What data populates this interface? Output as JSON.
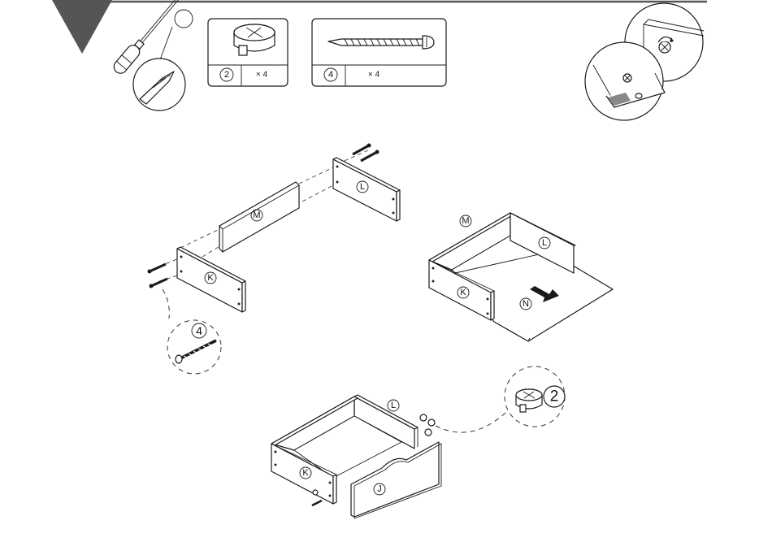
{
  "hardware": [
    {
      "id": "cam-lock",
      "number": "2",
      "quantity": "× 4"
    },
    {
      "id": "screw",
      "number": "4",
      "quantity": "× 4"
    }
  ],
  "callouts": {
    "screw_detail_number": "4",
    "cam_detail_number": "2"
  },
  "part_labels": {
    "side_right": "L",
    "back": "M",
    "side_left": "K",
    "bottom": "N",
    "front": "J"
  },
  "colors": {
    "line": "#1a1a1a",
    "step_marker": "#555555",
    "header_rule": "#555555"
  },
  "icons": [
    "step-triangle-icon",
    "screwdriver-icon",
    "cam-lock-icon",
    "screw-icon",
    "rotate-arrow-icon",
    "push-arrow-icon"
  ]
}
